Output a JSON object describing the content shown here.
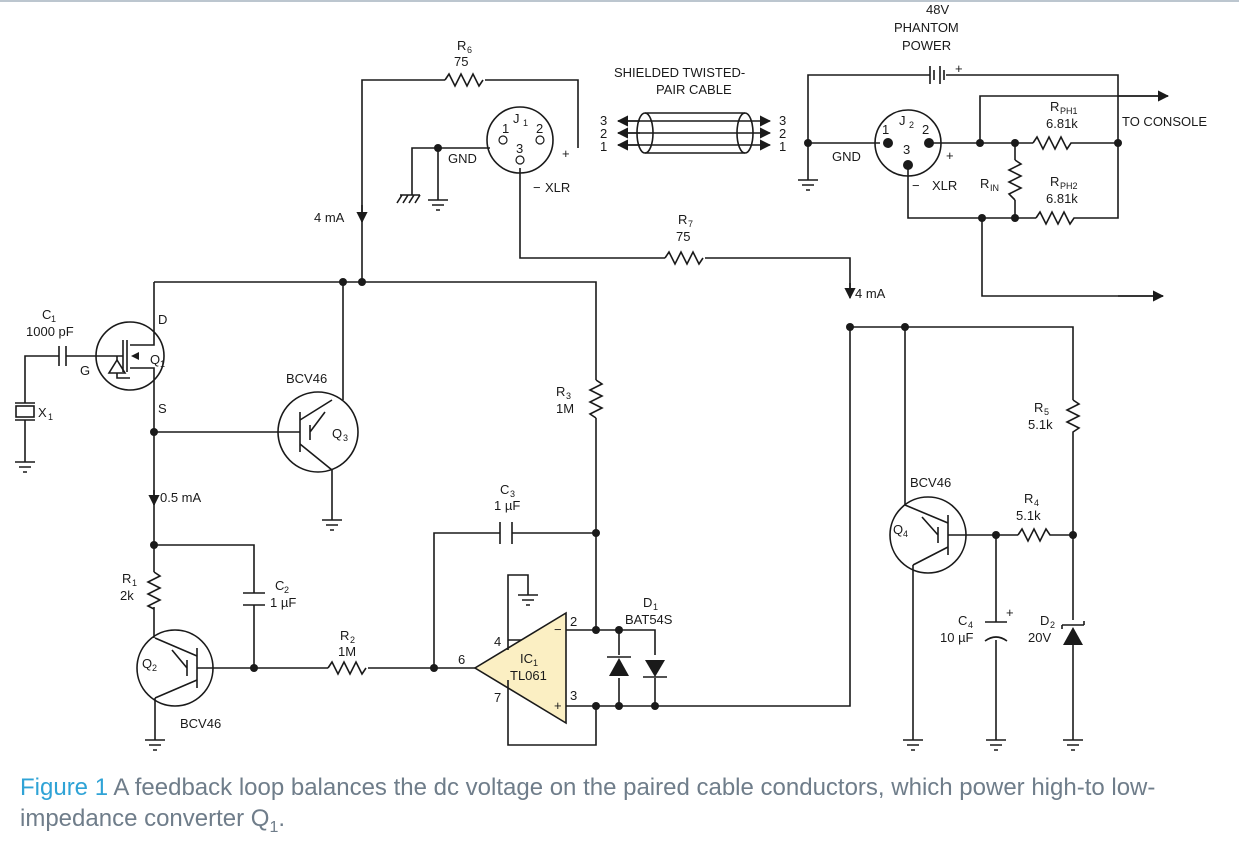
{
  "schematic": {
    "r6": {
      "ref": "R",
      "sub": "6",
      "value": "75"
    },
    "r7": {
      "ref": "R",
      "sub": "7",
      "value": "75"
    },
    "r3": {
      "ref": "R",
      "sub": "3",
      "value": "1M"
    },
    "r1": {
      "ref": "R",
      "sub": "1",
      "value": "2k"
    },
    "r2": {
      "ref": "R",
      "sub": "2",
      "value": "1M"
    },
    "r4": {
      "ref": "R",
      "sub": "4",
      "value": "5.1k"
    },
    "r5": {
      "ref": "R",
      "sub": "5",
      "value": "5.1k"
    },
    "rph1": {
      "ref": "R",
      "sub": "PH1",
      "value": "6.81k"
    },
    "rph2": {
      "ref": "R",
      "sub": "PH2",
      "value": "6.81k"
    },
    "rin": {
      "ref": "R",
      "sub": "IN"
    },
    "c1": {
      "ref": "C",
      "sub": "1",
      "value": "1000 pF"
    },
    "c2": {
      "ref": "C",
      "sub": "2",
      "value": "1 µF"
    },
    "c3": {
      "ref": "C",
      "sub": "3",
      "value": "1 µF"
    },
    "c4": {
      "ref": "C",
      "sub": "4",
      "value": "10 µF"
    },
    "x1": {
      "ref": "X",
      "sub": "1"
    },
    "q1": {
      "ref": "Q",
      "sub": "1",
      "d": "D",
      "g": "G",
      "s": "S"
    },
    "q2": {
      "ref": "Q",
      "sub": "2",
      "part": "BCV46"
    },
    "q3": {
      "ref": "Q",
      "sub": "3",
      "part": "BCV46"
    },
    "q4": {
      "ref": "Q",
      "sub": "4",
      "part": "BCV46"
    },
    "ic1": {
      "ref": "IC",
      "sub": "1",
      "part": "TL061",
      "pins": [
        "2",
        "3",
        "4",
        "6",
        "7"
      ],
      "minus": "−",
      "plus": "+"
    },
    "d1": {
      "ref": "D",
      "sub": "1",
      "part": "BAT54S"
    },
    "d2": {
      "ref": "D",
      "sub": "2",
      "value": "20V"
    },
    "j1": {
      "ref": "J",
      "sub": "1",
      "pins": [
        "1",
        "2",
        "3"
      ],
      "gnd": "GND",
      "xlr": "XLR",
      "plus": "+",
      "minus": "−"
    },
    "j2": {
      "ref": "J",
      "sub": "2",
      "pins": [
        "1",
        "2",
        "3"
      ],
      "gnd": "GND",
      "xlr": "XLR",
      "plus": "+",
      "minus": "−"
    },
    "cable": {
      "line1": "SHIELDED TWISTED-",
      "line2": "PAIR CABLE",
      "pins": [
        "3",
        "2",
        "1"
      ]
    },
    "phantom": {
      "line1": "48V",
      "line2": "PHANTOM",
      "line3": "POWER",
      "plus": "+"
    },
    "to_console": "TO CONSOLE",
    "currents": {
      "i_r6": "4 mA",
      "i_r7": "4 mA",
      "i_q1": "0.5 mA"
    }
  },
  "caption": {
    "label": "Figure 1",
    "text": "A feedback loop balances the dc voltage on the paired cable conductors, which power high-to low-impedance converter Q",
    "sub": "1",
    "end": "."
  }
}
